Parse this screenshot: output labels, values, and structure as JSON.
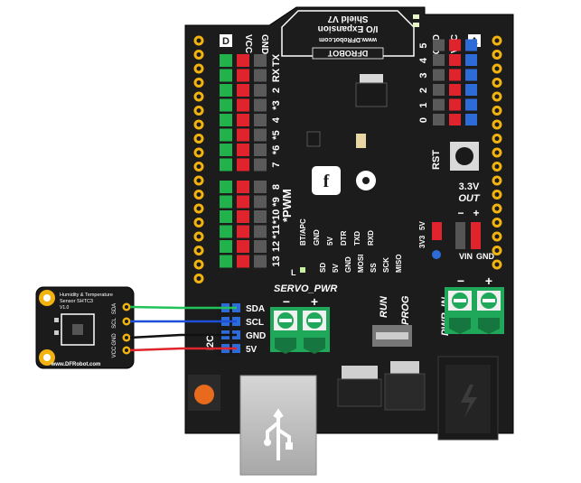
{
  "shield": {
    "title_line1": "I/O Expansion",
    "title_line2": "Shield V7",
    "site": "www.DFRobot.com",
    "brand": "DFROBOT",
    "badge_d": "D",
    "badge_a": "A",
    "vcc": "VCC",
    "gnd": "GND",
    "digital_pins": [
      "TX",
      "RX",
      "2",
      "*3",
      "4",
      "*5",
      "*6",
      "7",
      "8",
      "*9",
      "*10",
      "*11",
      "12",
      "13"
    ],
    "pwm_label": "*PWM",
    "analog_pins": [
      "0",
      "1",
      "2",
      "3",
      "4",
      "5"
    ],
    "rst": "RST",
    "v33": "3.3V",
    "out": "OUT",
    "vin": "VIN",
    "vin_gnd": "GND",
    "minus": "−",
    "plus": "+",
    "servo_pwr": "SERVO_PWR",
    "pwr_in": "PWR_IN",
    "run": "RUN",
    "prog": "PROG",
    "i2c_pins": [
      "SDA",
      "SCL",
      "GND",
      "5V"
    ],
    "i2c_side": "I2C",
    "bt_labels": [
      "BT/APC",
      "GND",
      "5V",
      "DTR",
      "TXD",
      "RXD"
    ],
    "spi_labels": [
      "SD",
      "5V",
      "GND",
      "MOSI",
      "SS",
      "SCK",
      "MISO"
    ],
    "v33_5v": [
      "3V3",
      "5V"
    ],
    "l_led": "L"
  },
  "sensor": {
    "title_line1": "Humidity & Temperature",
    "title_line2": "Sensor SHTC3",
    "version": "V1.0",
    "pins": [
      "VCC",
      "GND",
      "SCL",
      "SDA"
    ],
    "site": "www.DFRobot.com"
  },
  "wires": [
    {
      "name": "SDA",
      "color": "#22c25a"
    },
    {
      "name": "SCL",
      "color": "#1d4fd8"
    },
    {
      "name": "GND",
      "color": "#111111"
    },
    {
      "name": "5V",
      "color": "#e0242d"
    }
  ]
}
